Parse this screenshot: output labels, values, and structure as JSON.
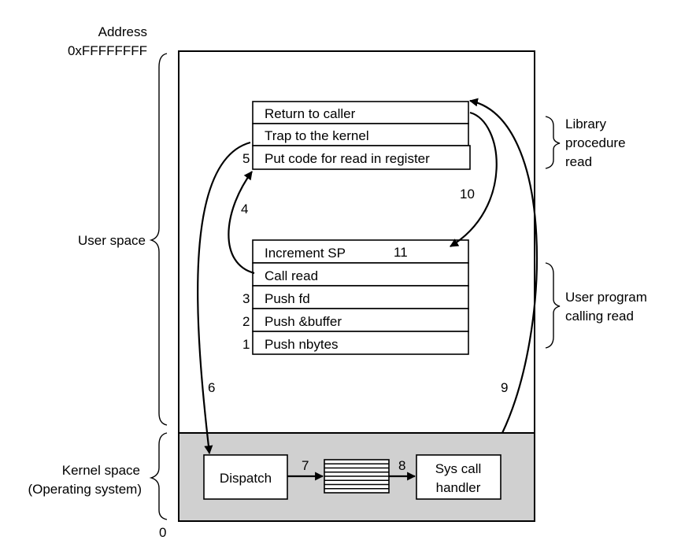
{
  "address_top": {
    "line1": "Address",
    "line2": "0xFFFFFFFF"
  },
  "address_bottom": "0",
  "user_space_label": "User space",
  "kernel_space_label": {
    "line1": "Kernel space",
    "line2": "(Operating system)"
  },
  "library": {
    "label": {
      "line1": "Library",
      "line2": "procedure",
      "line3": "read"
    },
    "rows": [
      "Return to caller",
      "Trap to the kernel",
      "Put code for read in register"
    ],
    "step_number": "5"
  },
  "user_program": {
    "label": {
      "line1": "User program",
      "line2": "calling read"
    },
    "rows": [
      "Increment SP",
      "Call read",
      "Push fd",
      "Push &buffer",
      "Push nbytes"
    ],
    "row_numbers": [
      "",
      "",
      "3",
      "2",
      "1"
    ],
    "inline_step": "11"
  },
  "kernel": {
    "dispatch": "Dispatch",
    "handler": {
      "line1": "Sys call",
      "line2": "handler"
    }
  },
  "step_labels": {
    "s4": "4",
    "s6": "6",
    "s7": "7",
    "s8": "8",
    "s9": "9",
    "s10": "10"
  }
}
